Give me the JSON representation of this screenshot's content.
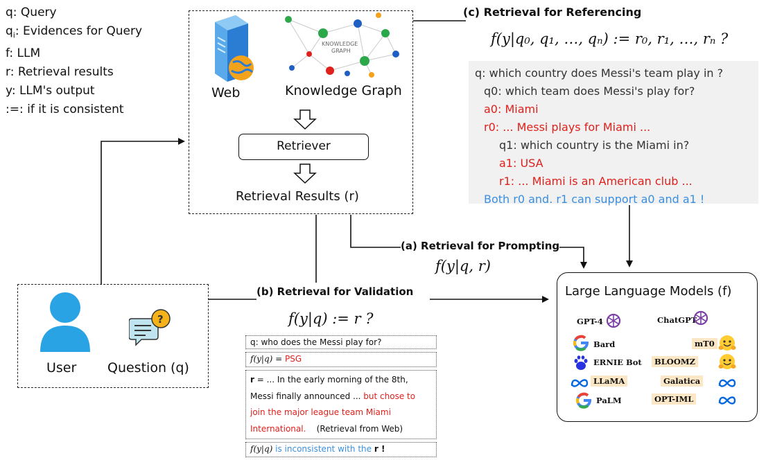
{
  "legend": [
    {
      "key": "q",
      "text": ": Query"
    },
    {
      "key": "q",
      "sub": "i",
      "text": ": Evidences for Query"
    },
    {
      "key": "f",
      "text": ": LLM"
    },
    {
      "key": "r",
      "text": ": Retrieval results"
    },
    {
      "key": "y",
      "text": ": LLM's output"
    },
    {
      "key": ":=",
      "text": ": if it is consistent"
    }
  ],
  "sources": {
    "web_label": "Web",
    "kg_label": "Knowledge Graph",
    "kg_inner": "KNOWLEDGE",
    "kg_inner2": "GRAPH",
    "retriever_label": "Retriever",
    "results_label": "Retrieval Results (r)"
  },
  "user": {
    "user_label": "User",
    "question_label": "Question (q)"
  },
  "referencing": {
    "title": "(c) Retrieval for Referencing",
    "formula": "f(y|q₀, q₁, …, qₙ) := r₀, r₁, …, rₙ ?",
    "lines": [
      {
        "text": "q: which country does Messi's team play in ?",
        "color": "dark",
        "indent": 0
      },
      {
        "text": "q0: which team does Messi's play for?",
        "color": "dark",
        "indent": 1
      },
      {
        "text": "a0: Miami",
        "color": "red",
        "indent": 1
      },
      {
        "text": "r0: ... Messi plays for Miami ...",
        "color": "red",
        "indent": 1
      },
      {
        "text": "q1: which country is the Miami in?",
        "color": "dark",
        "indent": 2
      },
      {
        "text": "a1: USA",
        "color": "red",
        "indent": 2
      },
      {
        "text": "r1: ... Miami is an American club ...",
        "color": "red",
        "indent": 2
      },
      {
        "text": "Both r0 and. r1 can support a0 and a1 !",
        "color": "blue",
        "indent": 0
      }
    ]
  },
  "prompting": {
    "title": "(a) Retrieval for Prompting",
    "formula": "f(y|q, r)"
  },
  "validation": {
    "title": "(b) Retrieval for Validation",
    "formula": "f(y|q) := r ?",
    "query_line": "q: who does the Messi play for?",
    "answer_prefix": "f(y|q) = ",
    "answer_value": "PSG",
    "r_prefix": "r",
    "r_line1": " = ... In the early morning of the 8th,",
    "r_line2": "Messi finally announced ...",
    "r_line2_red": " but chose to",
    "r_line3_red": "join the major league team Miami",
    "r_line4_red": "International.",
    "r_line4_tail": "(Retrieval from Web)",
    "conclusion_prefix": "f(y|q)",
    "conclusion_mid": " is inconsistent with the ",
    "conclusion_r": "r",
    "conclusion_end": " !"
  },
  "llm": {
    "title": "Large Language Models (f)",
    "models_left": [
      "GPT-4",
      "Bard",
      "ERNIE Bot",
      "LLaMA",
      "PaLM"
    ],
    "models_right": [
      "ChatGPT",
      "mT0",
      "BLOOMZ",
      "Galatica",
      "OPT-IML"
    ]
  },
  "colors": {
    "red": "#e0201b",
    "blue": "#3a8fe0",
    "user_blue": "#29a3e3",
    "panel_gray": "#f1f1f1"
  }
}
